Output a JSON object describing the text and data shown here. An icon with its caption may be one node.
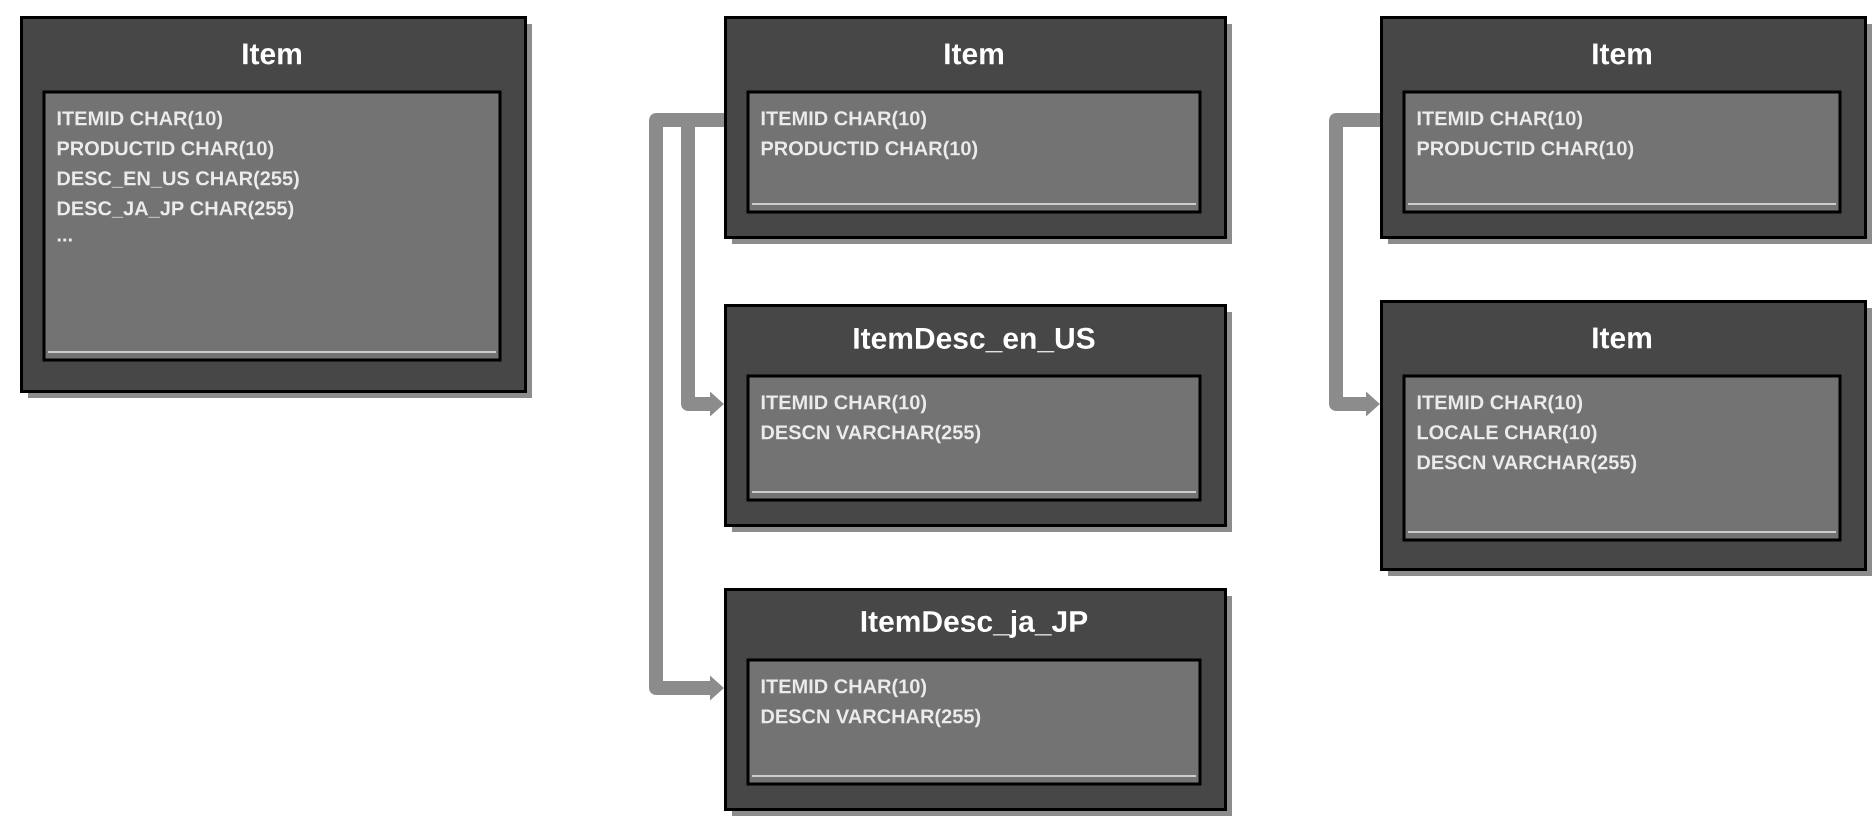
{
  "diagram": {
    "nodes": [
      {
        "text": [
          "Item",
          "ITEMID CHAR(10)",
          "PRODUCTID CHAR(10)",
          "DESC_EN_US CHAR(255)",
          "DESC_JA_JP CHAR(255)",
          "..."
        ]
      },
      {
        "text": [
          "Item",
          "ITEMID CHAR(10)",
          "PRODUCTID CHAR(10)"
        ]
      },
      {
        "text": [
          "ItemDesc_en_US",
          "ITEMID CHAR(10)",
          "DESCN VARCHAR(255)"
        ]
      },
      {
        "text": [
          "ItemDesc_ja_JP",
          "ITEMID CHAR(10)",
          "DESCN VARCHAR(255)"
        ]
      },
      {
        "text": [
          "Item",
          "ITEMID CHAR(10)",
          "PRODUCTID CHAR(10)"
        ]
      },
      {
        "text": [
          "Item",
          "ITEMID CHAR(10)",
          "LOCALE CHAR(10)",
          "DESCN VARCHAR(255)"
        ]
      }
    ],
    "edges": [
      {
        "from": 1,
        "to": 2,
        "arrow": "to"
      },
      {
        "from": 1,
        "to": 3,
        "arrow": "to"
      },
      {
        "from": 4,
        "to": 5,
        "arrow": "to"
      }
    ]
  }
}
